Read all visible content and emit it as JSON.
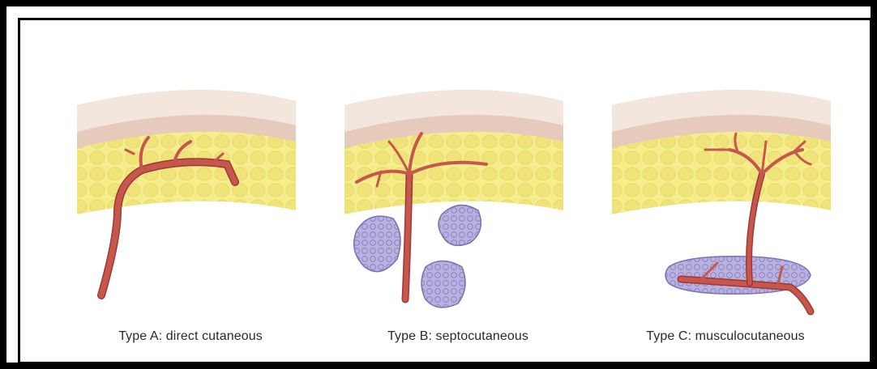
{
  "panels": [
    {
      "caption": "Type A: direct cutaneous"
    },
    {
      "caption": "Type B: septocutaneous"
    },
    {
      "caption": "Type C: musculocutaneous"
    }
  ],
  "colors": {
    "frame": "#000000",
    "epidermis": "#f3e6dc",
    "dermis": "#e6cbbd",
    "fat": "#f5ec8c",
    "fat_cell": "#efe37a",
    "vessel": "#c6574d",
    "vessel_outline": "#9d3a33",
    "muscle": "#b9b1de",
    "muscle_outline": "#7c70b6"
  }
}
